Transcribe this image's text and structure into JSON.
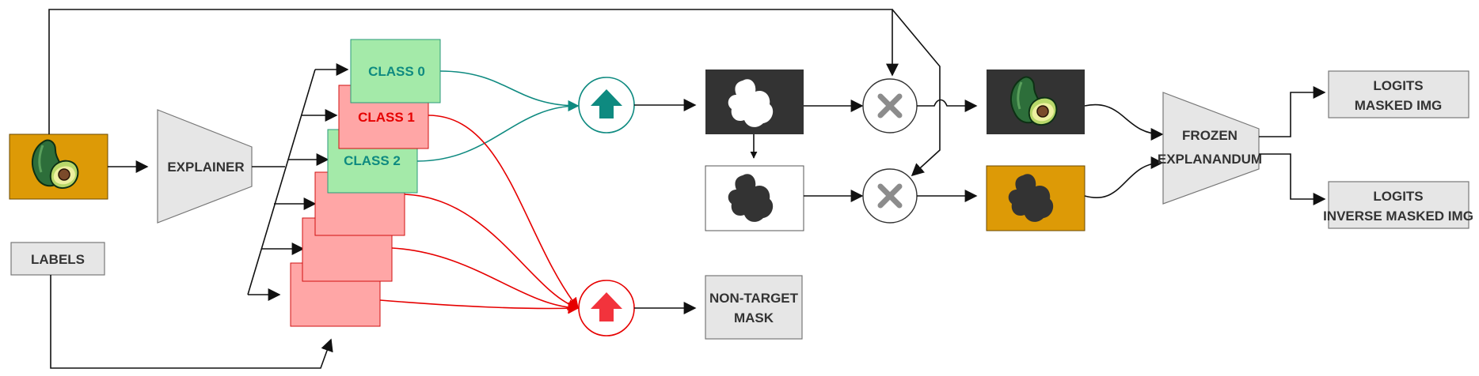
{
  "labels": {
    "explainer": "EXPLAINER",
    "labels_box": "LABELS",
    "class0": "CLASS 0",
    "class1": "CLASS 1",
    "class2": "CLASS 2",
    "non_target_l1": "NON-TARGET",
    "non_target_l2": "MASK",
    "frozen_l1": "FROZEN",
    "frozen_l2": "EXPLANANDUM",
    "logits_masked_l1": "LOGITS",
    "logits_masked_l2": "MASKED IMG",
    "logits_inverse_l1": "LOGITS",
    "logits_inverse_l2": "INVERSE MASKED IMG"
  },
  "colors": {
    "input_bg": "#dd9a06",
    "class_green": "#a4eaa9",
    "class_green_border": "#2a9a7a",
    "class_red": "#ffa6a6",
    "class_red_border": "#d01010",
    "teal": "#0e8a80",
    "red": "#f2333c",
    "dark_mask_bg": "#333333",
    "box_gray": "#e6e6e6",
    "box_border": "#777777"
  },
  "icons": {
    "input_image": "avocado-icon",
    "target_upsample": "upsample-arrow-icon",
    "nontarget_upsample": "upsample-arrow-icon",
    "multiply": "multiply-icon",
    "mask": "blob-mask-icon"
  }
}
